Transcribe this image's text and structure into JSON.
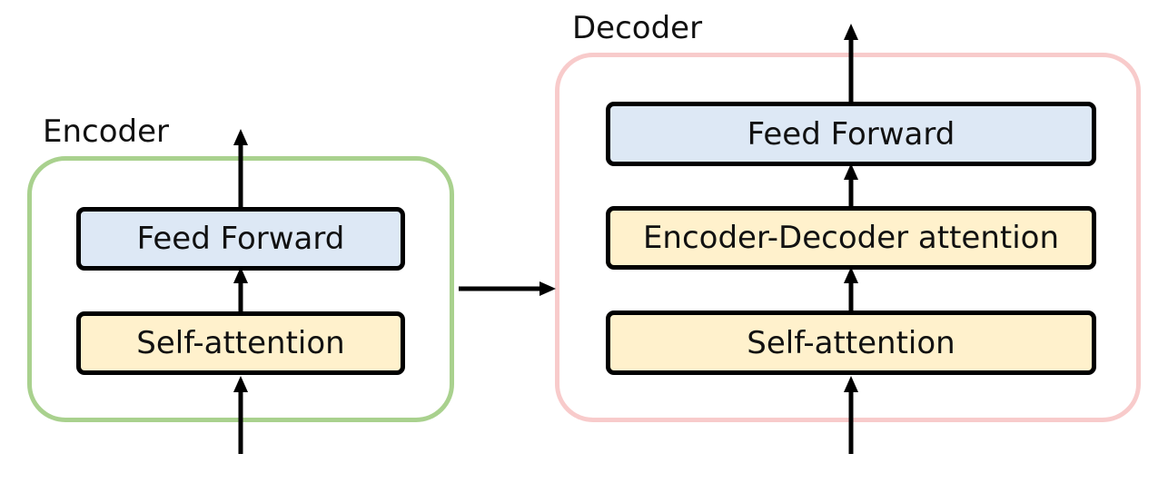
{
  "encoder": {
    "title": "Encoder",
    "border_color": "#a9d18e",
    "feed_forward_label": "Feed Forward",
    "self_attention_label": "Self-attention"
  },
  "decoder": {
    "title": "Decoder",
    "border_color": "#f8cbcb",
    "feed_forward_label": "Feed Forward",
    "enc_dec_attention_label": "Encoder-Decoder attention",
    "self_attention_label": "Self-attention"
  },
  "colors": {
    "feed_forward_fill": "#dde8f5",
    "attention_fill": "#fff1cc",
    "arrow": "#000000"
  }
}
